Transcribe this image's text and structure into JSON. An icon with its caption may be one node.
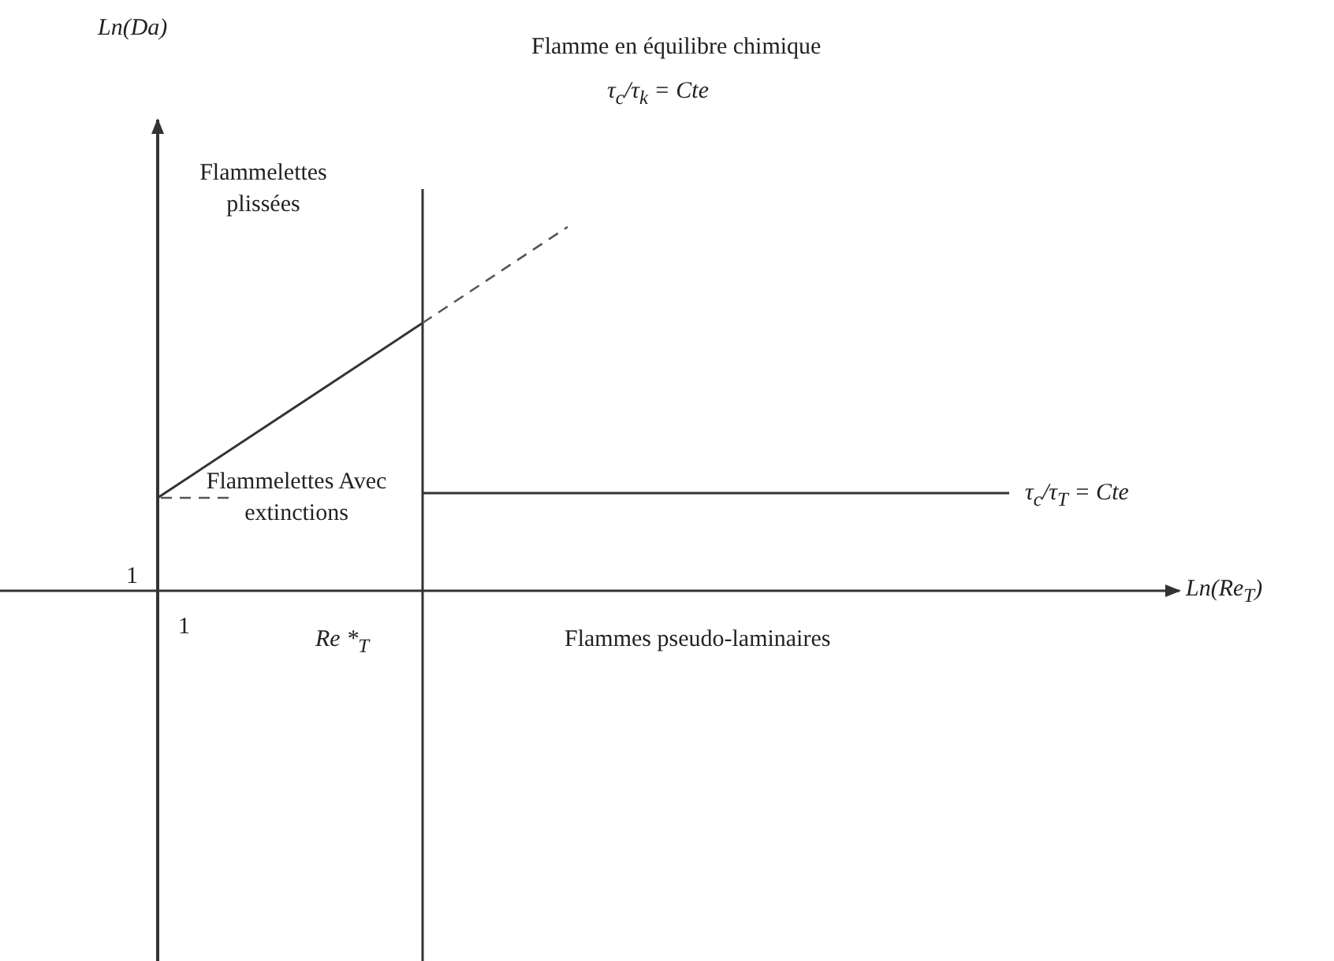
{
  "diagram": {
    "labels": [
      "Ln(Da)",
      "Flamme en équilibre chimique",
      "τ$_{c}$/τ$_{k}$ = Cte",
      "Flammelettes plissées",
      "Flammelettes Avec extinctions",
      "τ$_{c}$/τ$_{T}$ = Cte",
      "1",
      "Ln(Re$_{T}$)",
      "1",
      "Re *$_{T}$",
      "Flammes pseudo-laminaires"
    ]
  }
}
